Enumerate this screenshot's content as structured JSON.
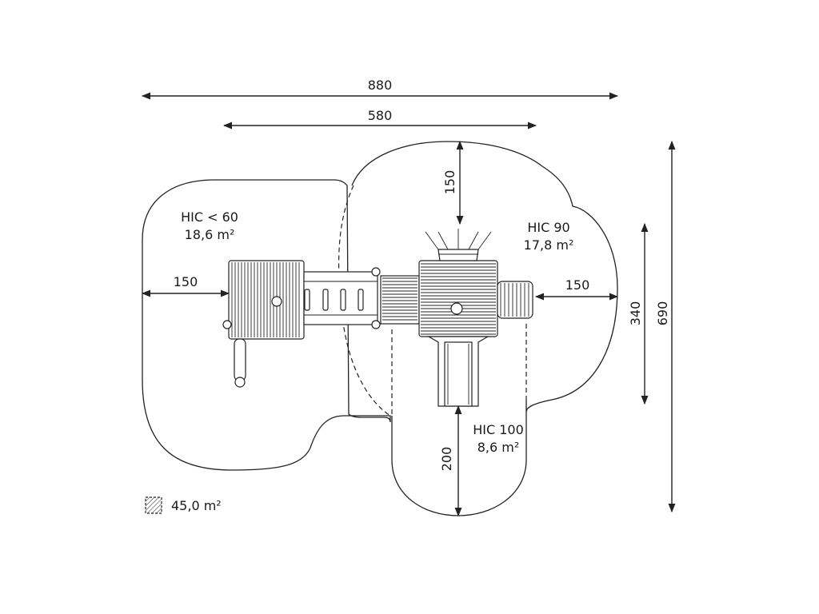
{
  "dimensions": {
    "total_width": "880",
    "inner_width": "580",
    "left_clearance": "150",
    "top_clearance": "150",
    "right_clearance": "150",
    "bottom_clearance": "200",
    "middle_height": "340",
    "total_height": "690"
  },
  "zones": {
    "left": {
      "hic": "HIC < 60",
      "area": "18,6 m²"
    },
    "right": {
      "hic": "HIC 90",
      "area": "17,8 m²"
    },
    "bottom": {
      "hic": "HIC 100",
      "area": "8,6 m²"
    }
  },
  "legend": {
    "total_area": "45,0 m²"
  }
}
